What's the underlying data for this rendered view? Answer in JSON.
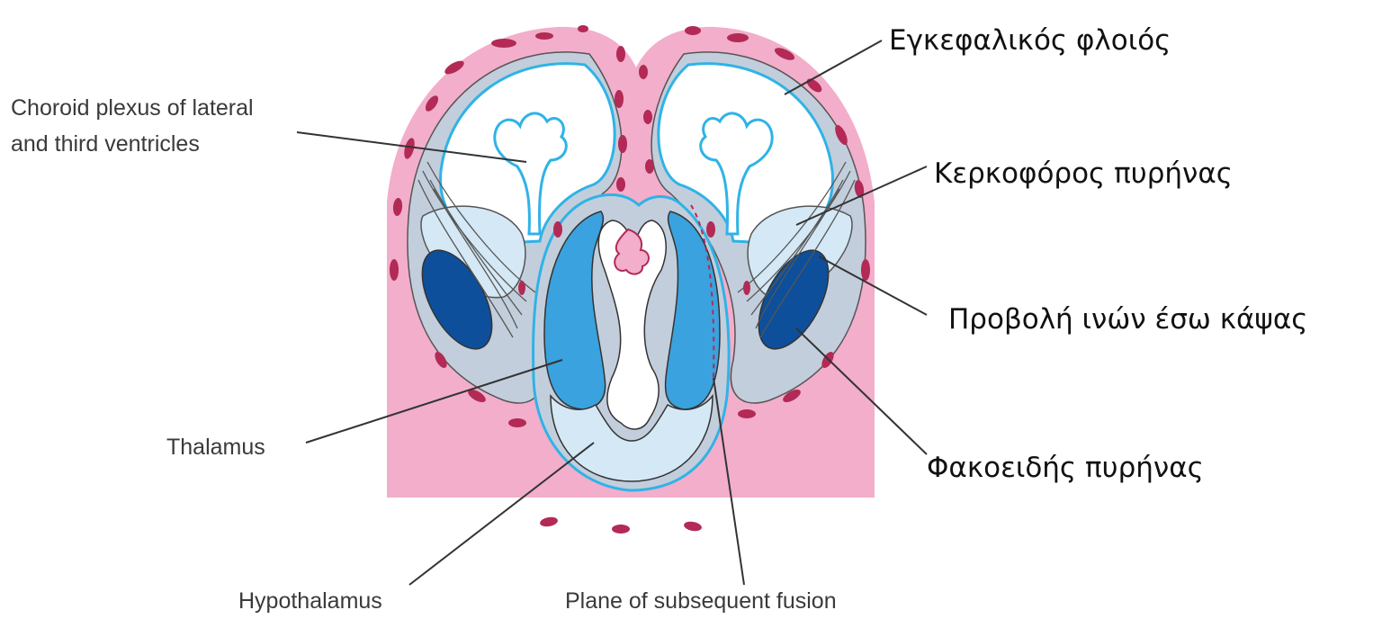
{
  "labels": {
    "choroid_line1": "Choroid plexus of  lateral",
    "choroid_line2": "and third ventricles",
    "thalamus": "Thalamus",
    "hypothalamus": "Hypothalamus",
    "plane_fusion": "Plane of subsequent fusion",
    "cortex": "Εγκεφαλικός φλοιός",
    "caudate": "Κερκοφόρος πυρήνας",
    "internal_capsule": "Προβολή ινών έσω κάψας",
    "lentiform": "Φακοειδής πυρήνας"
  },
  "colors": {
    "pink": "#f2aecb",
    "vessel": "#b22a55",
    "gray_blue": "#c3cedc",
    "light_blue": "#d4e8f5",
    "mid_blue": "#3aa2de",
    "dark_blue": "#0d4f9a",
    "cyan_line": "#2fb3e6"
  }
}
